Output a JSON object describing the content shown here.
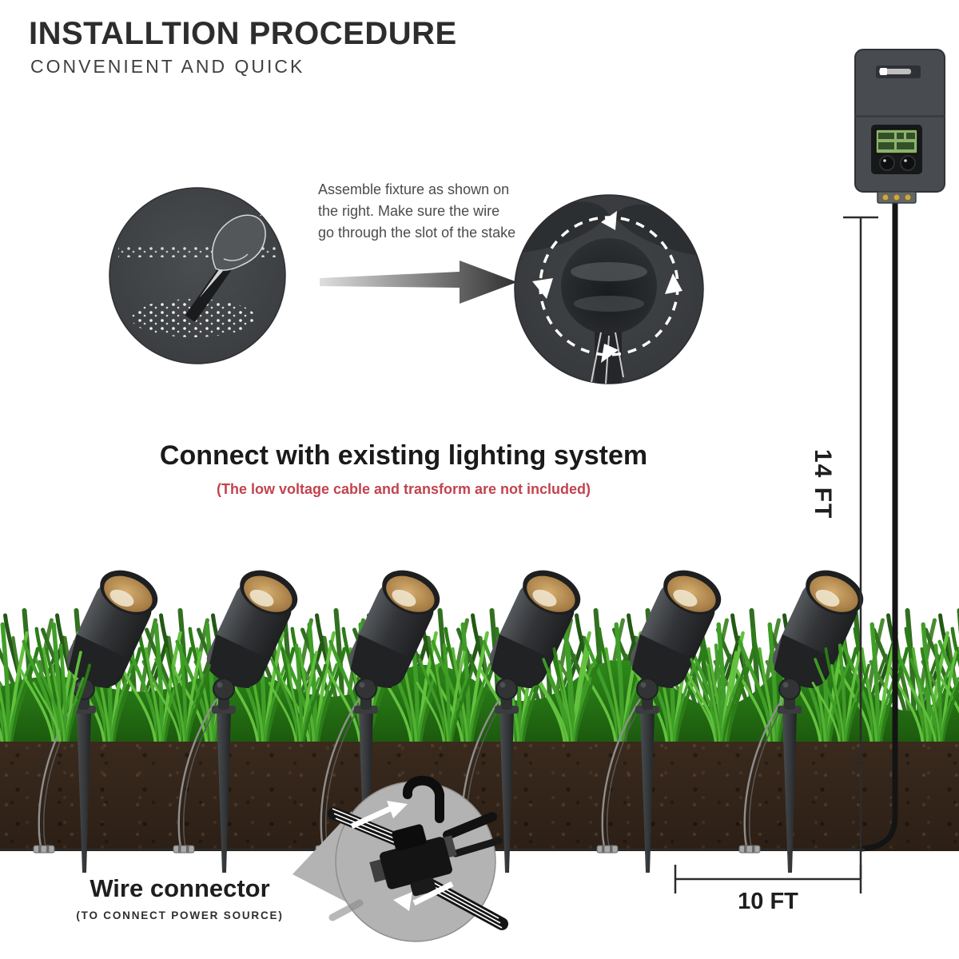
{
  "header": {
    "title": "INSTALLTION PROCEDURE",
    "subtitle": "CONVENIENT AND QUICK"
  },
  "assembly_step": {
    "text": "Assemble fixture as shown on the right. Make sure the wire go through the slot of the stake"
  },
  "connect_section": {
    "heading": "Connect with existing lighting system",
    "note": "(The low voltage cable and transform are not included)"
  },
  "measurements": {
    "vertical": "14 FT",
    "horizontal": "10 FT"
  },
  "wire_connector": {
    "label": "Wire connector",
    "sublabel": "(TO CONNECT POWER SOURCE)"
  },
  "scene": {
    "spotlight_count": 6
  },
  "colors": {
    "note_red": "#c2434e",
    "grass_green": "#46a52a",
    "soil_brown": "#33241a",
    "lcd_green": "#8db36a",
    "photo_circle_bg": "#3e4144",
    "arrow_dark": "#303030"
  }
}
